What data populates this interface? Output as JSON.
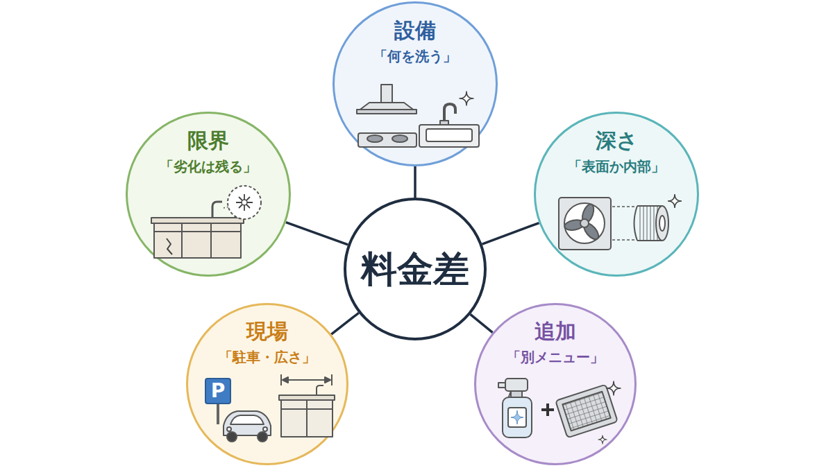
{
  "diagram": {
    "nodes": [
      {
        "text": [
          "料金差"
        ]
      },
      {
        "text": [
          "設備",
          "「何を洗う」"
        ]
      },
      {
        "text": [
          "深さ",
          "「表面か内部」"
        ]
      },
      {
        "text": [
          "追加",
          "「別メニュー」"
        ]
      },
      {
        "text": [
          "現場",
          "「駐車・広さ」"
        ]
      },
      {
        "text": [
          "限界",
          "「劣化は残る」"
        ]
      }
    ],
    "edges": [
      {
        "from": 0,
        "to": 1,
        "arrow": "none"
      },
      {
        "from": 0,
        "to": 2,
        "arrow": "none"
      },
      {
        "from": 0,
        "to": 3,
        "arrow": "none"
      },
      {
        "from": 0,
        "to": 4,
        "arrow": "none"
      },
      {
        "from": 0,
        "to": 5,
        "arrow": "none"
      }
    ],
    "labels": [
      "P"
    ]
  }
}
